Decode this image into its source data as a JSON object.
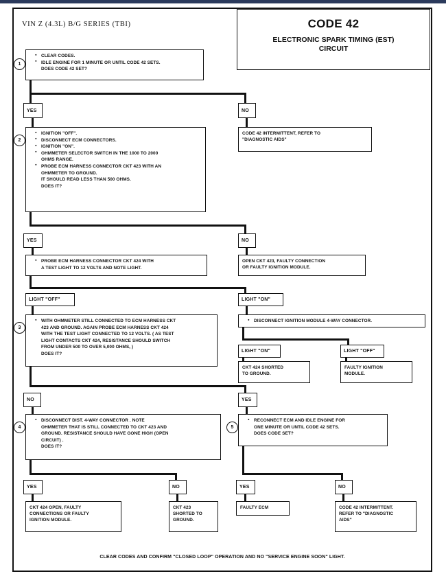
{
  "header": {
    "vin": "VIN Z (4.3L) B/G SERIES (TBI)",
    "code": "CODE 42",
    "subtitle_line1": "ELECTRONIC SPARK TIMING (EST)",
    "subtitle_line2": "CIRCUIT"
  },
  "steps": {
    "s1": {
      "number": "1",
      "lines": [
        "CLEAR CODES.",
        "IDLE ENGINE FOR 1 MINUTE OR UNTIL CODE 42 SETS.",
        "DOES CODE 42 SET?"
      ]
    },
    "s2": {
      "number": "2",
      "lines": [
        "IGNITION \"OFF\".",
        "DISCONNECT ECM CONNECTORS.",
        "IGNITION \"ON\".",
        "OHMMETER SELECTOR SWITCH IN THE 1000 TO 2000",
        "OHMS RANGE.",
        "PROBE ECM HARNESS CONNECTOR CKT 423 WITH AN",
        "OHMMETER TO GROUND.",
        "IT SHOULD READ LESS THAN 500 OHMS.",
        "DOES IT?"
      ]
    },
    "s2yes": {
      "lines": [
        "PROBE ECM HARNESS CONNECTOR CKT 424 WITH",
        "A TEST LIGHT TO 12  VOLTS AND NOTE LIGHT."
      ]
    },
    "s3": {
      "number": "3",
      "lines": [
        "WITH OHMMETER STILL CONNECTED TO ECM HARNESS CKT",
        "423 AND GROUND.  AGAIN PROBE ECM HARNESS CKT 424",
        "WITH THE TEST LIGHT CONNECTED TO 12 VOLTS.  ( AS TEST",
        "LIGHT CONTACTS CKT 424, RESISTANCE SHOULD SWITCH",
        "FROM UNDER 500 TO OVER 5,000 OHMS, )",
        "DOES IT?"
      ]
    },
    "s3right": {
      "lines": [
        "DISCONNECT IGNITION MODULE 4-WAY CONNECTOR."
      ]
    },
    "s4": {
      "number": "4",
      "lines": [
        "DISCONNECT DIST. 4-WAY CONNECTOR .  NOTE",
        "OHMMETER THAT IS STILL CONNECTED TO CKT 423  AND",
        "GROUND. RESISTANCE SHOULD HAVE GONE HIGH (OPEN",
        "CIRCUIT) .",
        "DOES IT?"
      ]
    },
    "s5": {
      "number": "5",
      "lines": [
        "RECONNECT ECM AND IDLE ENGINE FOR",
        "ONE MINUTE OR UNTIL CODE 42 SETS.",
        "DOES CODE SET?"
      ]
    }
  },
  "tags": {
    "s1_yes": "YES",
    "s1_no": "NO",
    "s2_yes": "YES",
    "s2_no": "NO",
    "light_off_left": "LIGHT \"OFF\"",
    "light_on_right": "LIGHT \"ON\"",
    "s3r_light_on": "LIGHT \"ON\"",
    "s3r_light_off": "LIGHT \"OFF\"",
    "s3_no": "NO",
    "s3_yes": "YES",
    "s4_yes": "YES",
    "s4_no": "NO",
    "s5_yes": "YES",
    "s5_no": "NO"
  },
  "results": {
    "code42_intermittent_top": [
      "CODE 42 INTERMITTENT,  REFER TO",
      "\"DIAGNOSTIC AIDS\""
    ],
    "open_ckt423": [
      "OPEN CKT 423, FAULTY CONNECTION",
      "OR FAULTY IGNITION MODULE."
    ],
    "ckt424_shorted": [
      "CKT 424  SHORTED",
      "TO GROUND."
    ],
    "faulty_ignition_module": [
      "FAULTY IGNITION",
      "MODULE."
    ],
    "ckt424_open": [
      "CKT 424 OPEN, FAULTY",
      "CONNECTIONS OR FAULTY",
      "IGNITION MODULE."
    ],
    "ckt423_shorted": [
      "CKT 423",
      "SHORTED TO",
      "GROUND."
    ],
    "faulty_ecm": [
      "FAULTY ECM"
    ],
    "code42_intermittent_bottom": [
      "CODE 42 INTERMITTENT.",
      "REFER TO \"DIAGNOSTIC",
      "AIDS\""
    ]
  },
  "footer": "CLEAR CODES AND CONFIRM \"CLOSED LOOP\" OPERATION AND NO \"SERVICE ENGINE SOON\" LIGHT."
}
